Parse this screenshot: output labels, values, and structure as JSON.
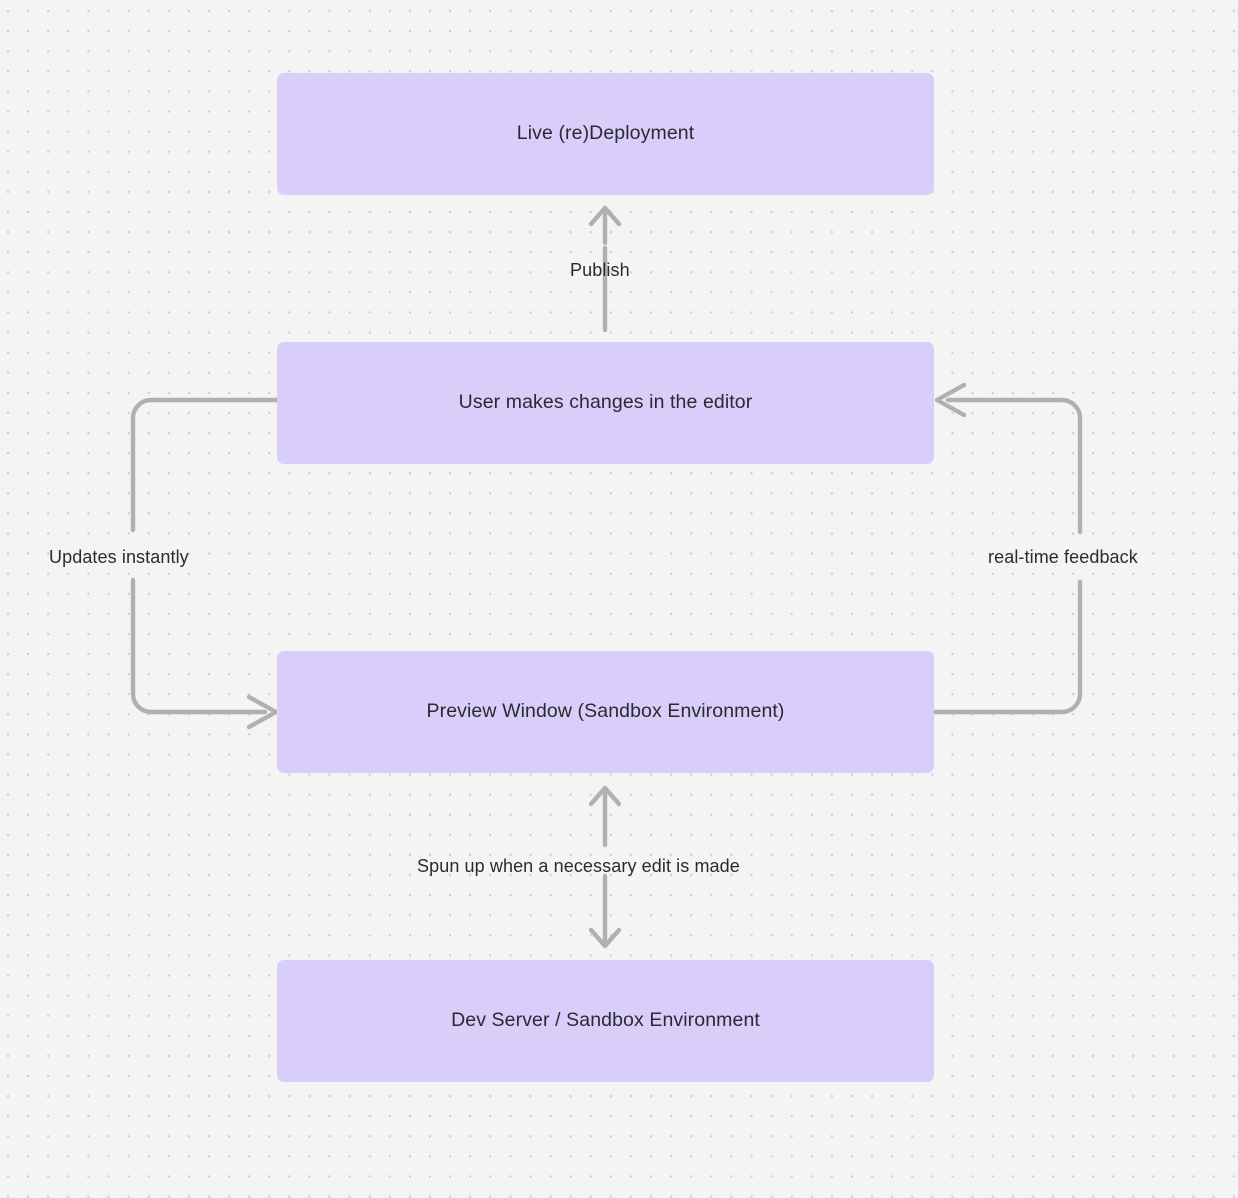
{
  "diagram": {
    "type": "flowchart",
    "background_color": "#f4f4f5",
    "grid": "dot-grid",
    "node_fill": "#d9cdfa",
    "edge_color": "#b0b0b0",
    "text_color": "#2a2a33",
    "nodes": [
      {
        "id": "live",
        "label": "Live (re)Deployment"
      },
      {
        "id": "editor",
        "label": "User makes changes in the editor"
      },
      {
        "id": "preview",
        "label": "Preview Window (Sandbox Environment)"
      },
      {
        "id": "devserver",
        "label": "Dev Server / Sandbox Environment"
      }
    ],
    "edges": [
      {
        "id": "publish",
        "label": "Publish",
        "from": "editor",
        "to": "live",
        "direction": "up"
      },
      {
        "id": "updates",
        "label": "Updates instantly",
        "from": "editor",
        "to": "preview",
        "direction": "left-loop-down"
      },
      {
        "id": "realtime",
        "label": "real-time feedback",
        "from": "preview",
        "to": "editor",
        "direction": "right-loop-up"
      },
      {
        "id": "spunup",
        "label": "Spun up when a necessary edit is made",
        "from": "preview",
        "to": "devserver",
        "direction": "bidirectional"
      }
    ]
  }
}
